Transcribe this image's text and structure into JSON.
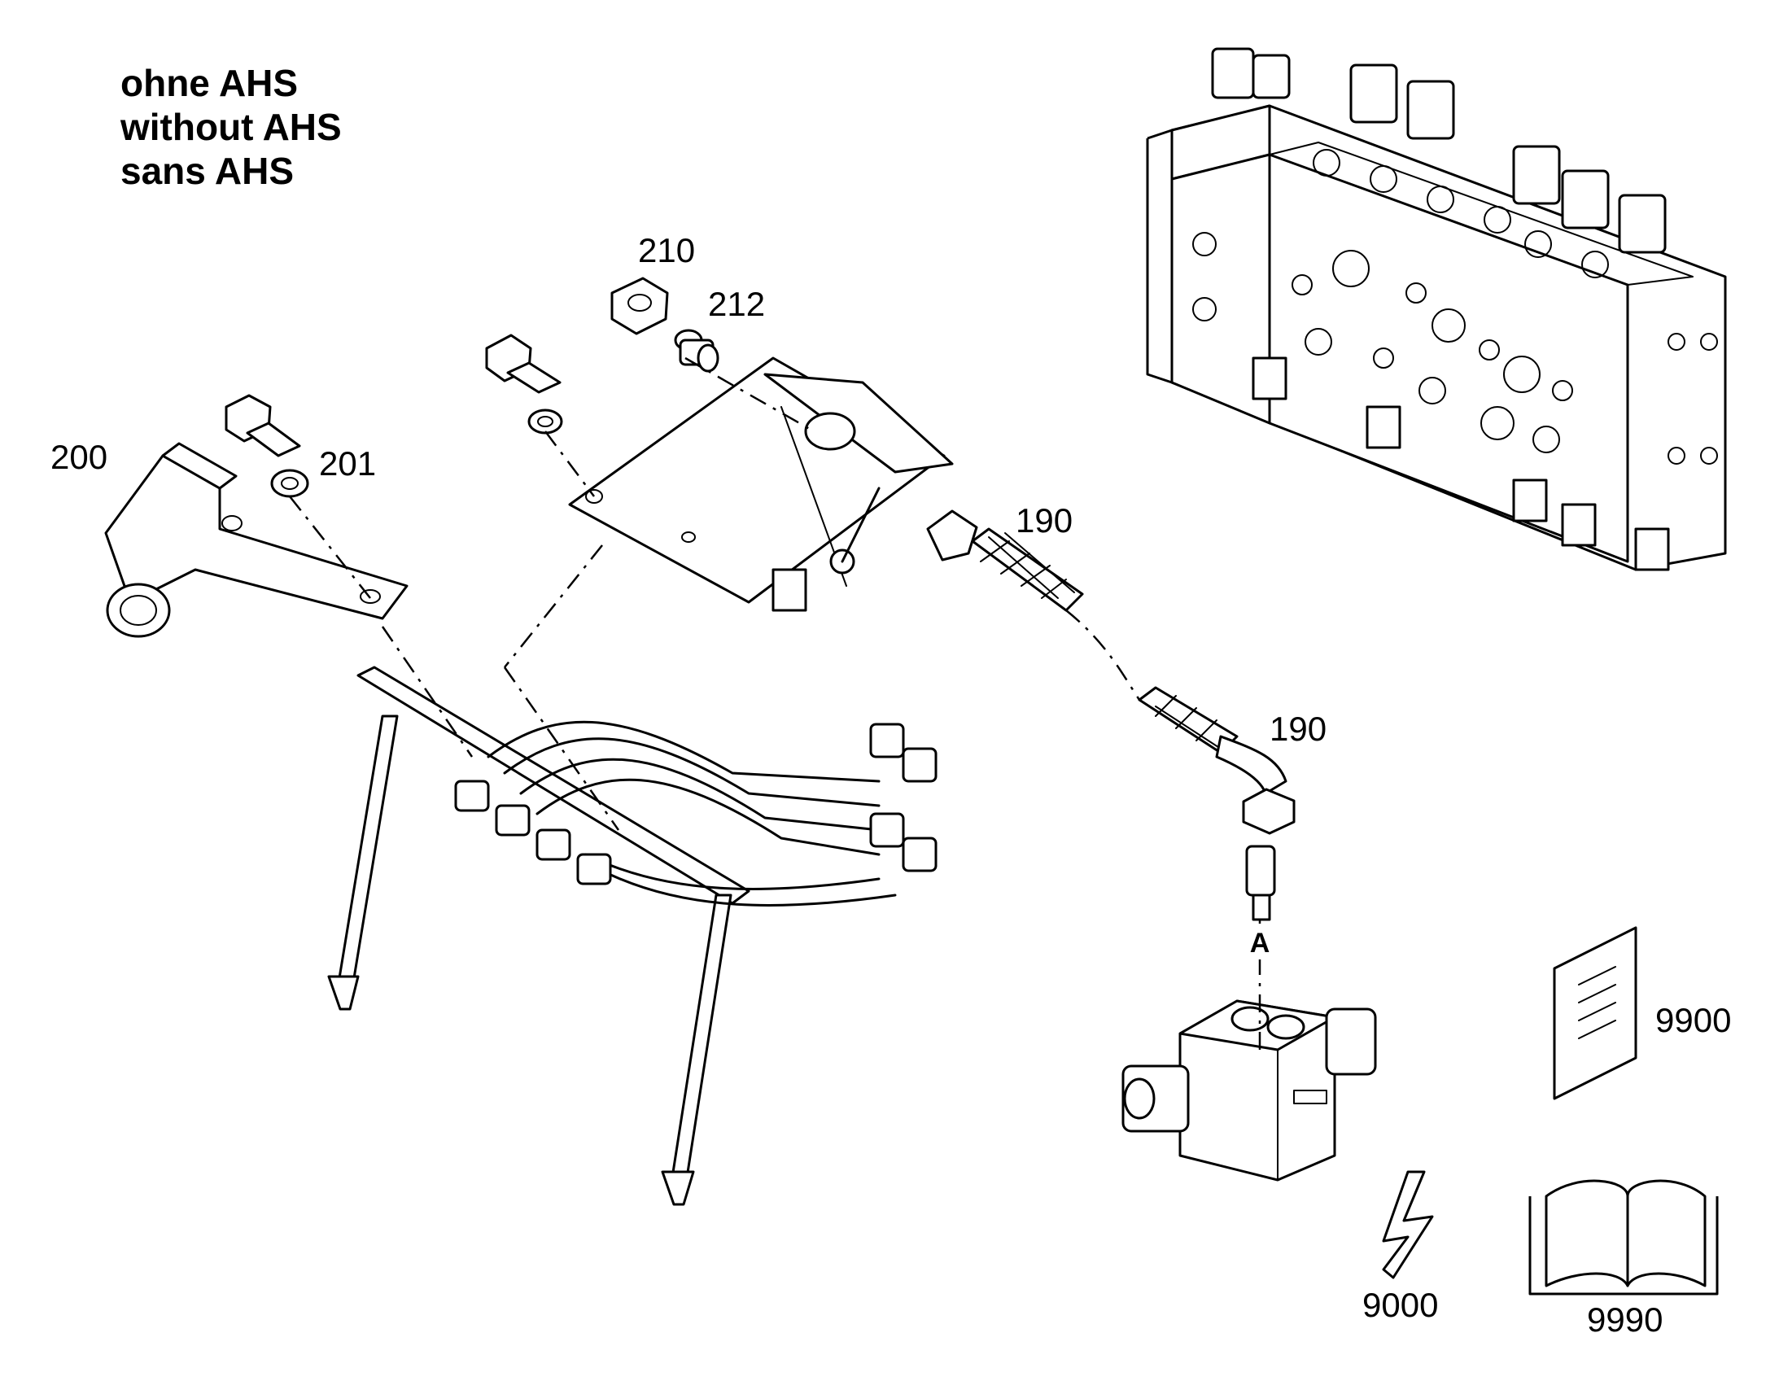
{
  "title_lines": [
    "ohne AHS",
    "without AHS",
    "sans AHS"
  ],
  "callouts": {
    "c210": "210",
    "c212": "212",
    "c200": "200",
    "c201": "201",
    "c190a": "190",
    "c190b": "190",
    "c9900": "9900",
    "c9000": "9000",
    "c9990": "9990"
  },
  "detail_label": "A",
  "icons": [
    "document-icon",
    "lightning-icon",
    "manual-book-icon"
  ]
}
